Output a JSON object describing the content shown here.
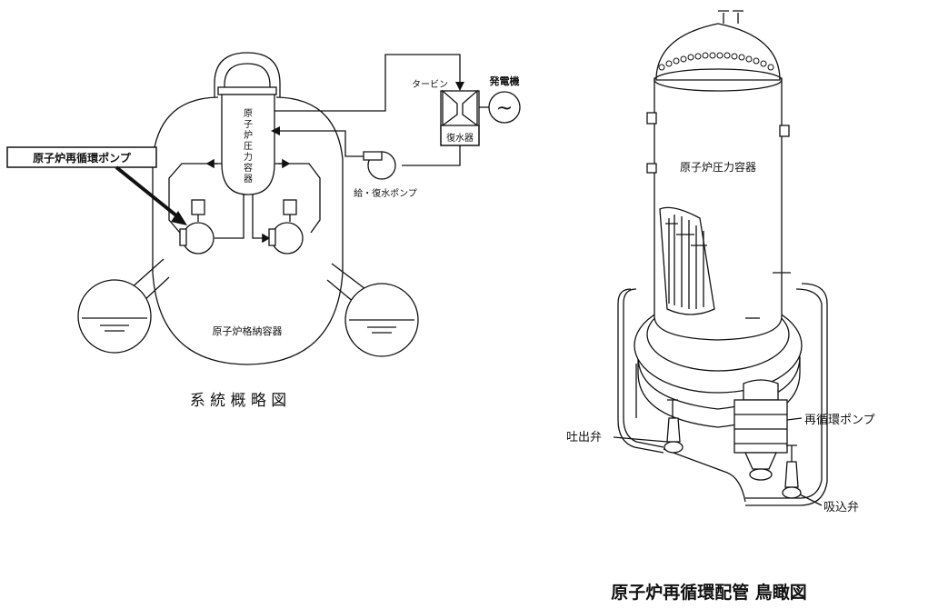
{
  "system_diagram": {
    "title": "系 統 概 略 図",
    "callout": "原子炉再循環ポンプ",
    "rpv_label_chars": [
      "原",
      "子",
      "炉",
      "圧",
      "力",
      "容",
      "器"
    ],
    "turbine_label": "タービン",
    "generator_label": "発電機",
    "generator_symbol": "~",
    "condenser_label": "復水器",
    "feed_pump_label": "給・復水ポンプ",
    "containment_label": "原子炉格納容器"
  },
  "birdseye_diagram": {
    "title": "原子炉再循環配管 鳥瞰図",
    "vessel_label": "原子炉圧力容器",
    "recirc_pump_label": "再循環ポンプ",
    "discharge_valve_label": "吐出弁",
    "suction_valve_label": "吸込弁"
  }
}
